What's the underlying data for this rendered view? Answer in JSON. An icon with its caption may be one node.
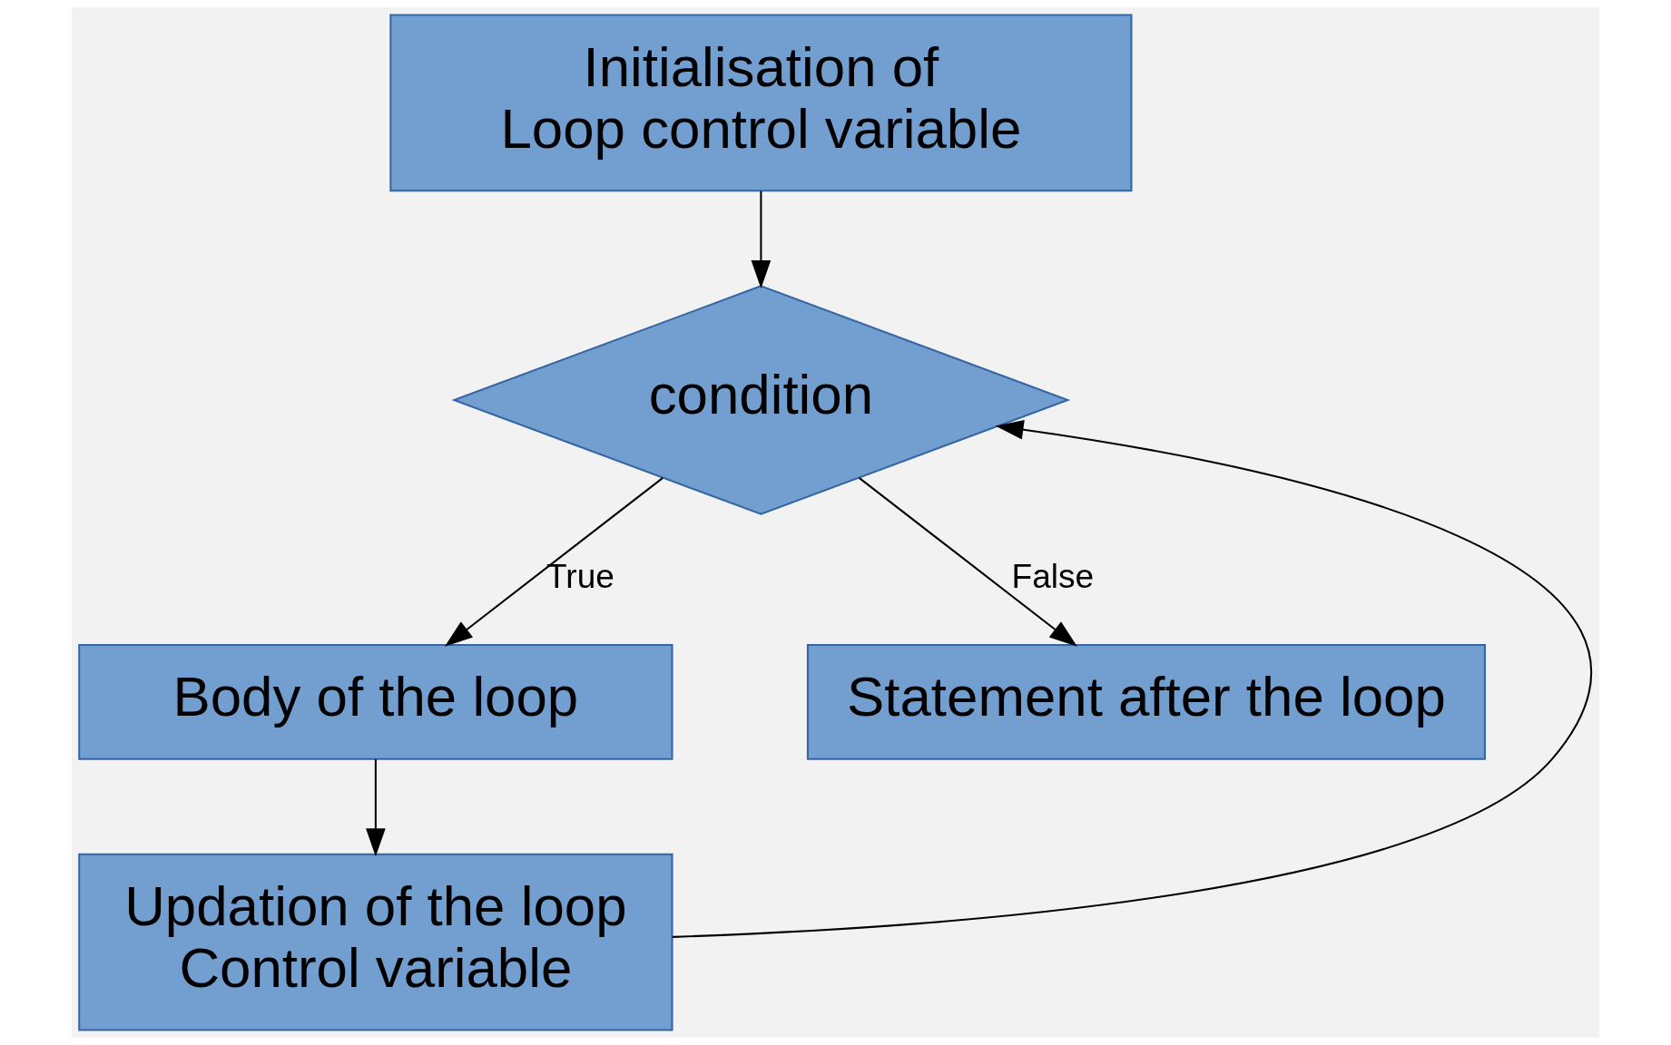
{
  "diagram": {
    "nodes": [
      {
        "text": [
          "Initialisation of Loop control variable"
        ]
      },
      {
        "text": [
          "condition"
        ]
      },
      {
        "text": [
          "Body of the loop"
        ]
      },
      {
        "text": [
          "Updation of the loop Control variable"
        ]
      },
      {
        "text": [
          "Statement after the loop"
        ]
      }
    ],
    "edges": [
      {
        "from": 0,
        "to": 1,
        "arrow": "to"
      },
      {
        "from": 1,
        "to": 4,
        "arrow": "to",
        "label": "False"
      },
      {
        "from": 1,
        "to": 2,
        "arrow": "to",
        "label": "True"
      },
      {
        "from": 2,
        "to": 3,
        "arrow": "to"
      },
      {
        "from": 3,
        "to": 1,
        "arrow": "to"
      }
    ]
  }
}
